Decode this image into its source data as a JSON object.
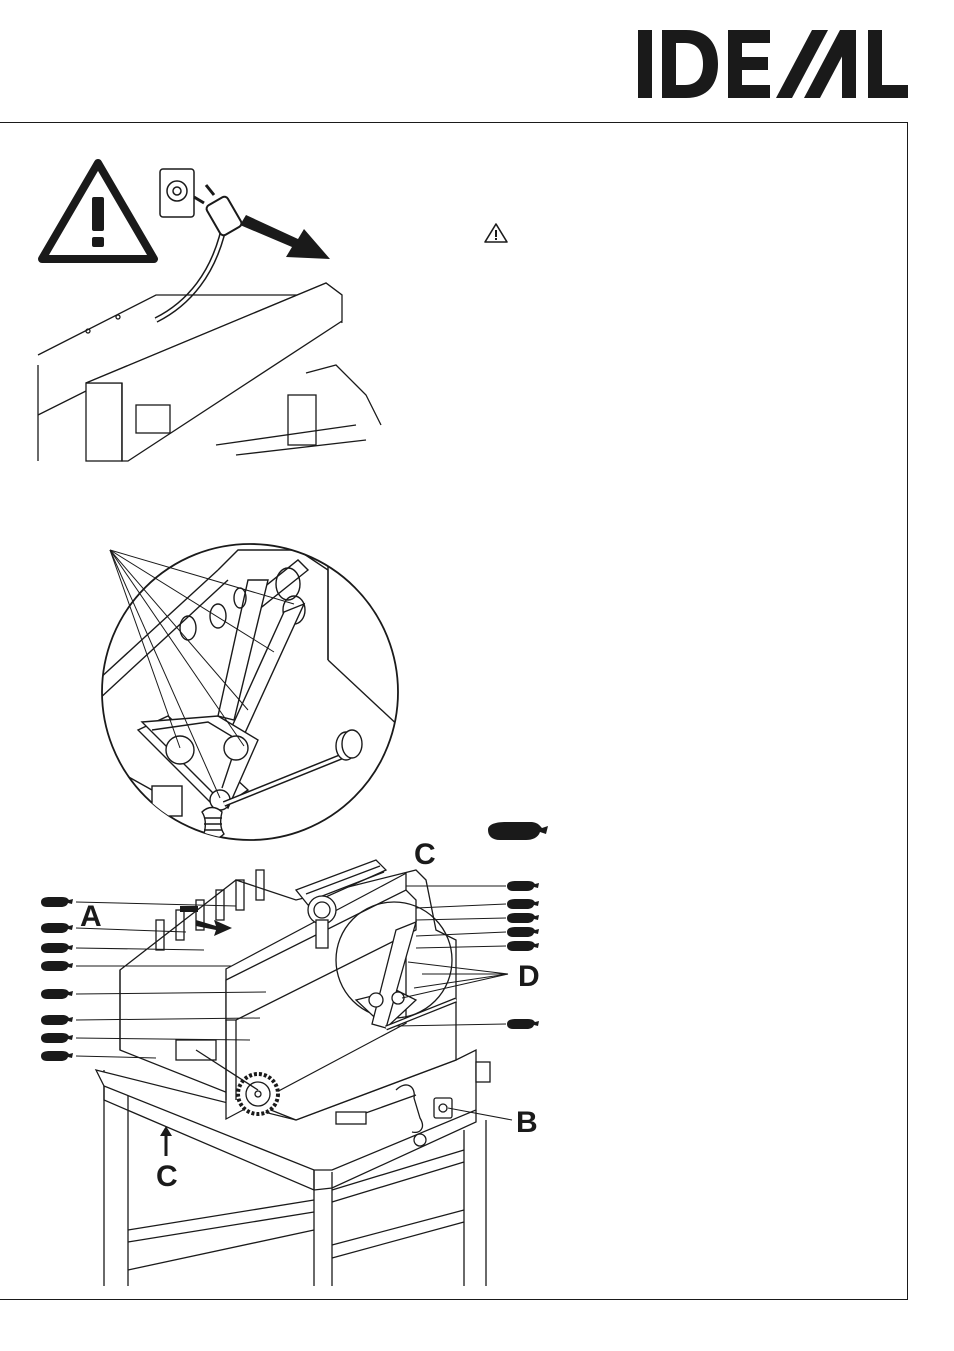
{
  "brand": {
    "logo_text": "IDEAL",
    "color": "#1a1a1a"
  },
  "icons": {
    "warning": "warning-triangle-icon",
    "oil": "oil-can-icon",
    "plug": "power-plug-icon"
  },
  "figure3": {
    "labels": {
      "a": "A",
      "b": "B",
      "c_top": "C",
      "c_bottom": "C",
      "d": "D"
    }
  }
}
